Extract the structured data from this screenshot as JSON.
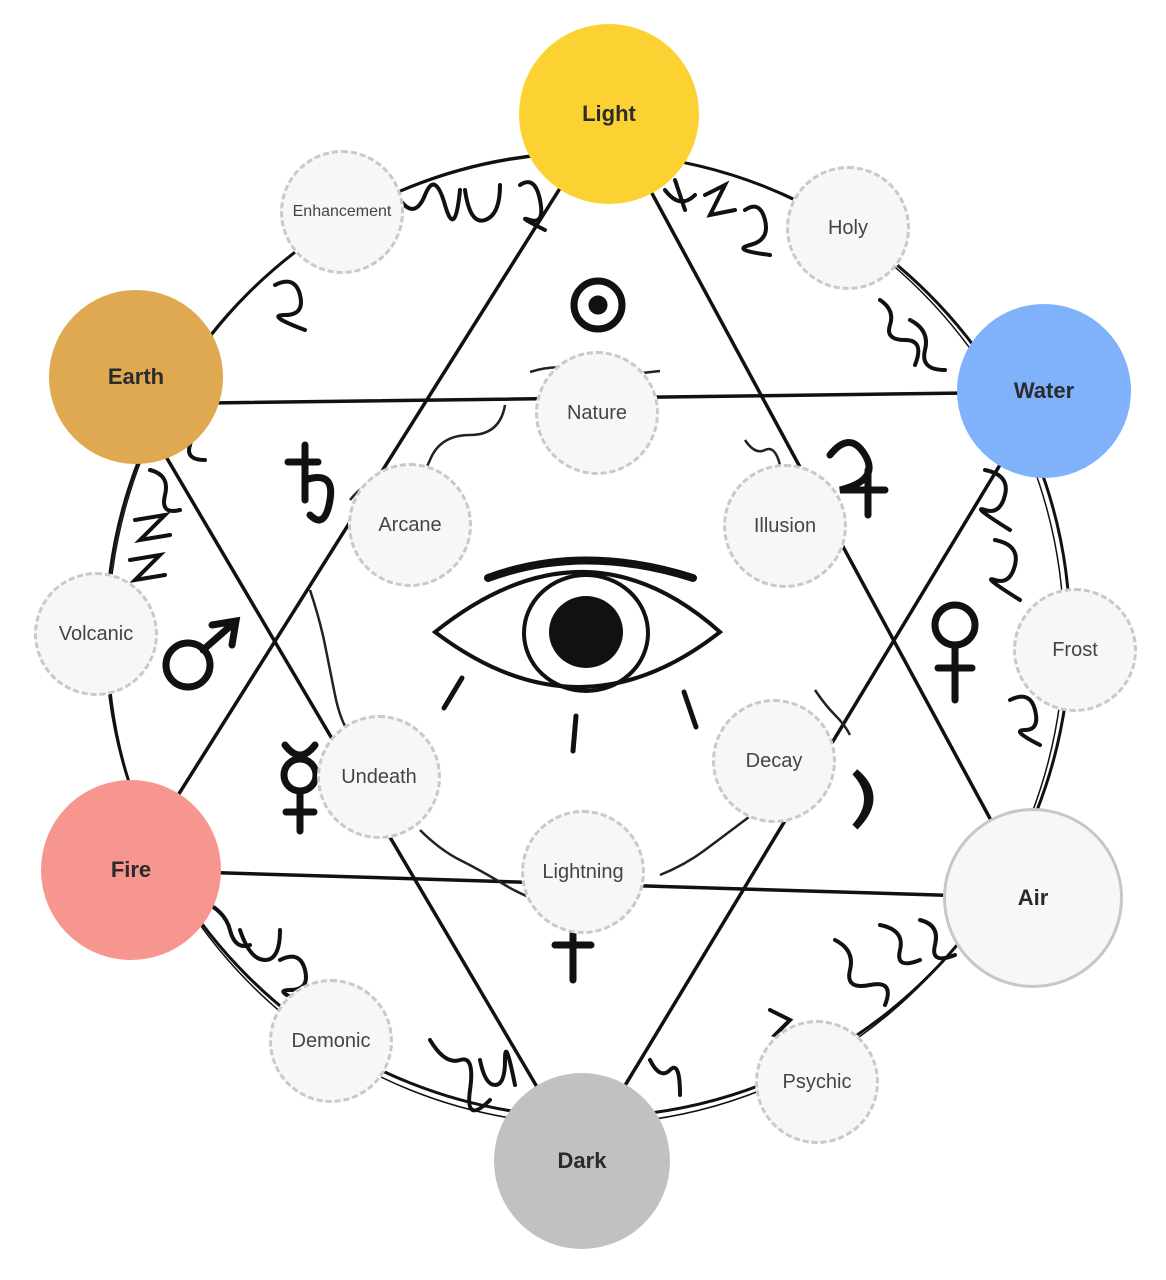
{
  "elements": {
    "light": {
      "label": "Light",
      "color": "#fcd232"
    },
    "water": {
      "label": "Water",
      "color": "#7fb2fb"
    },
    "air": {
      "label": "Air",
      "color": "#f6f7f9"
    },
    "dark": {
      "label": "Dark",
      "color": "#c0c1c3"
    },
    "fire": {
      "label": "Fire",
      "color": "#f7968e"
    },
    "earth": {
      "label": "Earth",
      "color": "#dfa951"
    }
  },
  "schools": {
    "enhancement": "Enhancement",
    "holy": "Holy",
    "frost": "Frost",
    "psychic": "Psychic",
    "demonic": "Demonic",
    "volcanic": "Volcanic",
    "nature": "Nature",
    "arcane": "Arcane",
    "illusion": "Illusion",
    "undeath": "Undeath",
    "decay": "Decay",
    "lightning": "Lightning"
  },
  "colors": {
    "line": "#111111",
    "school_border": "#c9c9c9",
    "school_fill": "#f6f7f9"
  }
}
